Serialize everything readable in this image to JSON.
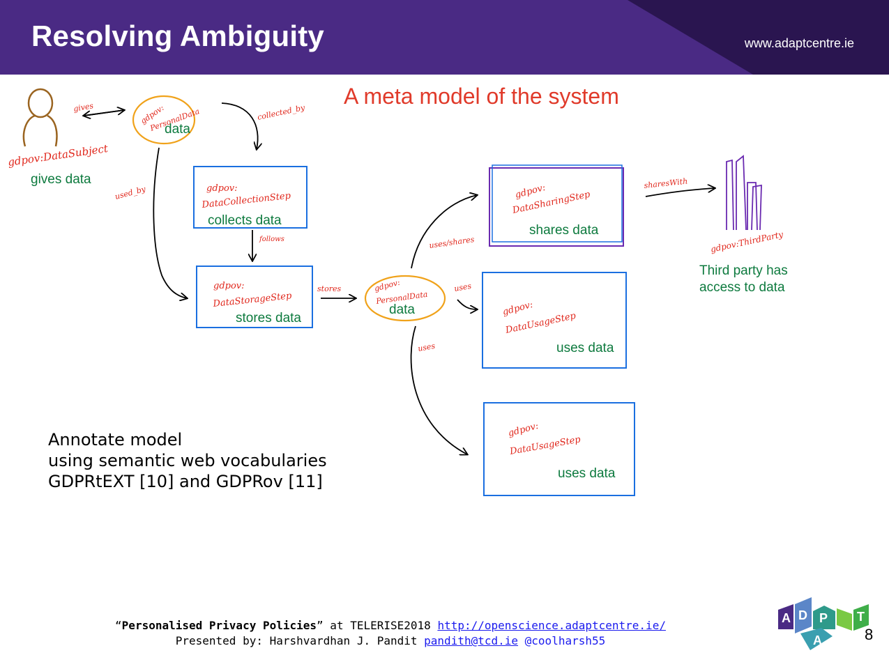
{
  "header": {
    "title": "Resolving Ambiguity",
    "site": "www.adaptcentre.ie"
  },
  "diagram": {
    "meta_title": "A meta model of the system",
    "nodes": {
      "subject": {
        "type_label": "gdpov:DataSubject",
        "caption": "gives data"
      },
      "personal_data_top": {
        "type_label_1": "gdpov:",
        "type_label_2": "PersonalData",
        "caption": "data"
      },
      "collection": {
        "type_label_1": "gdpov:",
        "type_label_2": "DataCollectionStep",
        "caption": "collects data"
      },
      "storage": {
        "type_label_1": "gdpov:",
        "type_label_2": "DataStorageStep",
        "caption": "stores data"
      },
      "personal_data_mid": {
        "type_label_1": "gdpov:",
        "type_label_2": "PersonalData",
        "caption": "data"
      },
      "sharing": {
        "type_label_1": "gdpov:",
        "type_label_2": "DataSharingStep",
        "caption": "shares data"
      },
      "usage_1": {
        "type_label_1": "gdpov:",
        "type_label_2": "DataUsageStep",
        "caption": "uses data"
      },
      "usage_2": {
        "type_label_1": "gdpov:",
        "type_label_2": "DataUsageStep",
        "caption": "uses data"
      },
      "third_party": {
        "type_label": "gdpov:ThirdParty",
        "caption_1": "Third party has",
        "caption_2": "access to data"
      }
    },
    "edges": {
      "gives": "gives",
      "collected_by": "collected_by",
      "used_by": "used_by",
      "follows": "follows",
      "stores": "stores",
      "uses_shares": "uses/shares",
      "uses_1": "uses",
      "uses_2": "uses",
      "shares_with": "sharesWith"
    }
  },
  "annotation": {
    "line1": "Annotate model",
    "line2": "using semantic web vocabularies",
    "line3": "GDPRtEXT [10] and GDPRov [11]"
  },
  "footer": {
    "quote_open": "“",
    "talk_title": "Personalised Privacy Policies",
    "quote_close": "”",
    "at_text": " at TELERISE2018 ",
    "url": "http://openscience.adaptcentre.ie/",
    "presented_by": "Presented by: Harshvardhan J. Pandit ",
    "email": "pandith@tcd.ie",
    "handle": "@coolharsh55"
  },
  "logo": {
    "letters": [
      "A",
      "D",
      "P",
      "A",
      "T"
    ]
  },
  "page_number": "8",
  "colors": {
    "header_bg": "#4a2a84",
    "header_dark": "#2a1550",
    "title_red": "#e03a2a",
    "caption_green": "#0d7a3e",
    "handwriting_red": "#e0261b",
    "box_blue": "#1a6fe0",
    "ellipse_orange": "#f0a21a",
    "person_brown": "#9a6420",
    "third_party_purple": "#6a2ab0"
  }
}
